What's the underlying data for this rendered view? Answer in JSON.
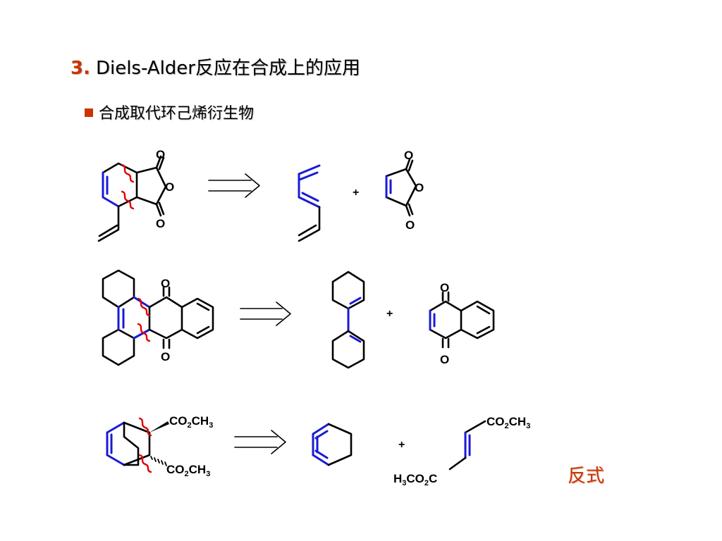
{
  "slide": {
    "title_number": "3.",
    "title_text": "Diels-Alder反应在合成上的应用",
    "subtitle": "合成取代环己烯衍生物",
    "note": "反式"
  },
  "labels": {
    "oxygen": "O",
    "plus": "+",
    "co2": "CO",
    "ch": "CH",
    "h": "H",
    "sub2": "2",
    "sub3": "3",
    "c": "C"
  },
  "colors": {
    "new_bond": "#1a1ad6",
    "disconnection": "#e00000",
    "accent": "#cc3300"
  }
}
